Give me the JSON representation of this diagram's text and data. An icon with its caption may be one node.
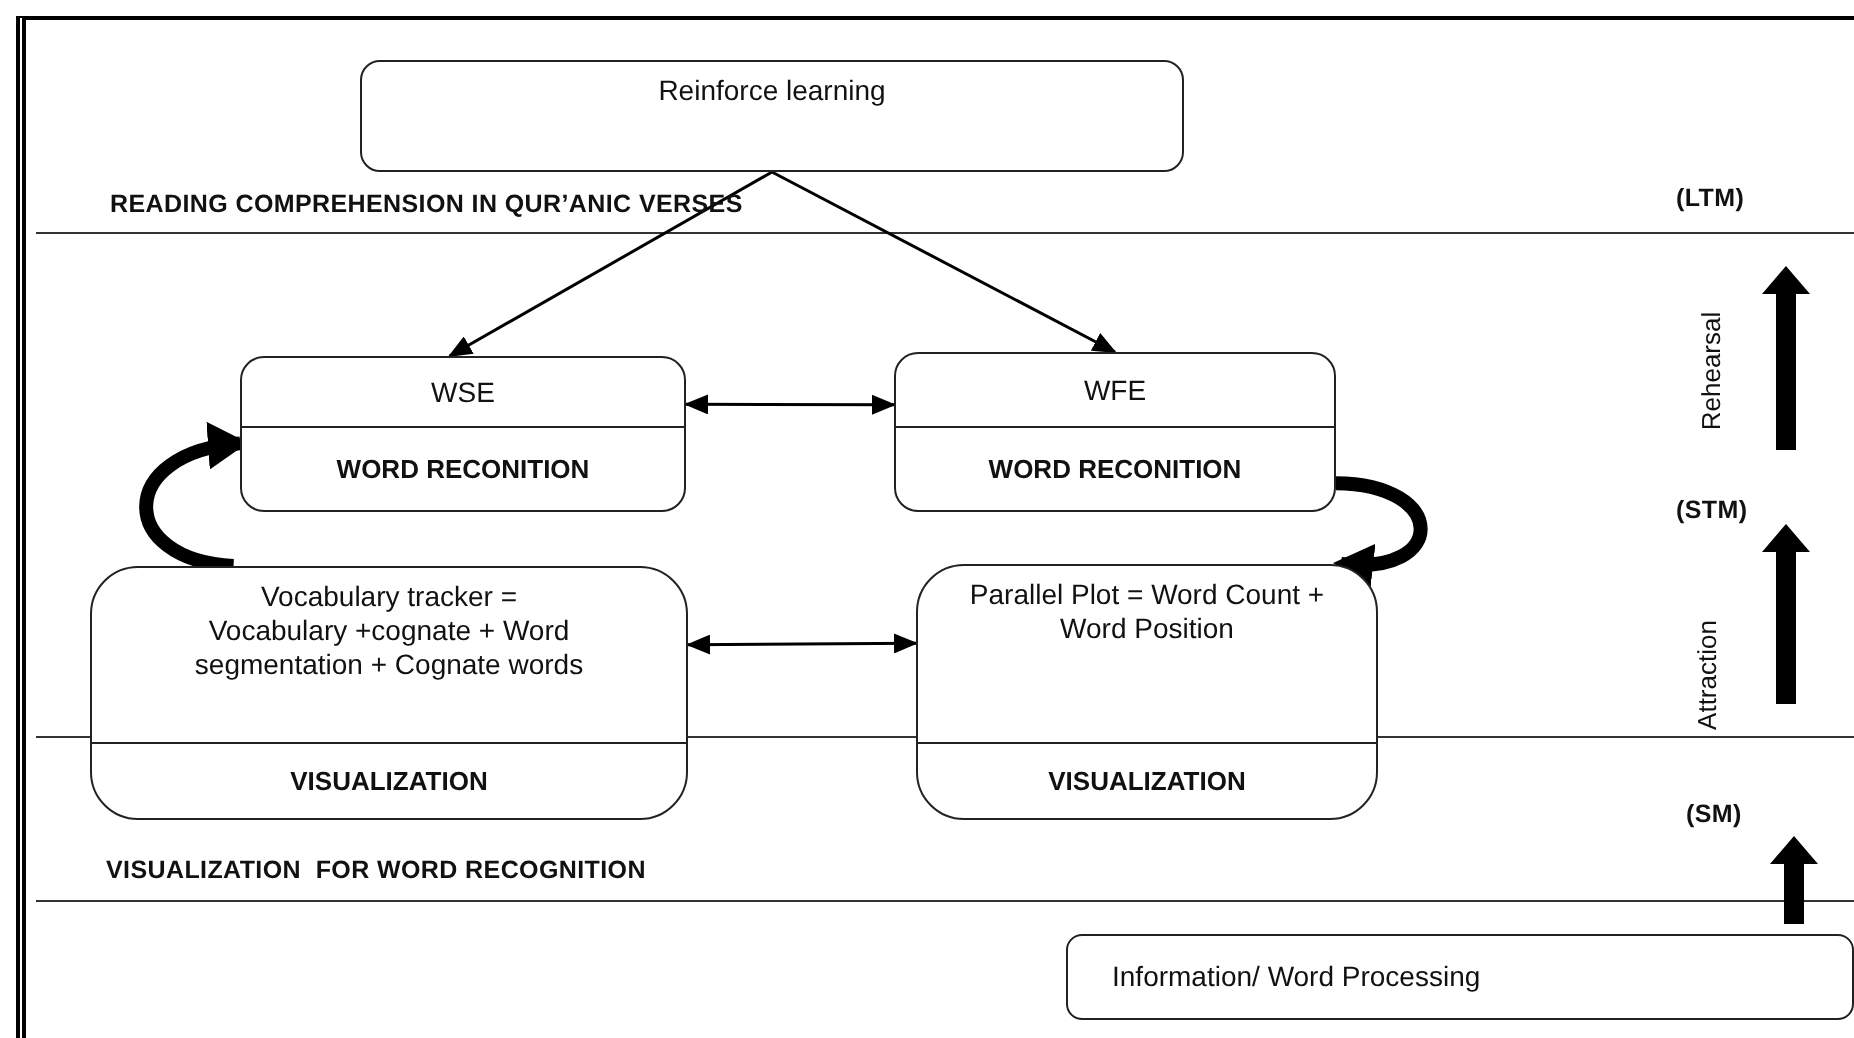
{
  "diagram": {
    "nodes": [
      {
        "text": [
          "Reinforce learning"
        ]
      },
      {
        "text": [
          "WSE",
          "WORD RECONITION"
        ]
      },
      {
        "text": [
          "WFE",
          "WORD RECONITION"
        ]
      },
      {
        "text": [
          "Vocabulary tracker = Vocabulary +cognate + Word segmentation + Cognate words",
          "VISUALIZATION"
        ]
      },
      {
        "text": [
          "Parallel Plot = Word Count  + Word Position",
          "VISUALIZATION"
        ]
      },
      {
        "text": [
          "Information/ Word Processing"
        ]
      }
    ],
    "edges": [
      {
        "from": 0,
        "to": 1,
        "arrow": "to"
      },
      {
        "from": 0,
        "to": 2,
        "arrow": "to"
      },
      {
        "from": 1,
        "to": 2,
        "arrow": "both"
      },
      {
        "from": 3,
        "to": 4,
        "arrow": "both"
      },
      {
        "from": 3,
        "to": 1,
        "arrow": "to",
        "style": "thick"
      },
      {
        "from": 2,
        "to": 4,
        "arrow": "to",
        "style": "thick"
      }
    ],
    "labels": [
      "READING COMPREHENSION IN QUR’ANIC VERSES",
      "(LTM)",
      "Rehearsal",
      "(STM)",
      "Attraction",
      "(SM)",
      "VISUALIZATION  FOR WORD RECOGNITION"
    ]
  }
}
